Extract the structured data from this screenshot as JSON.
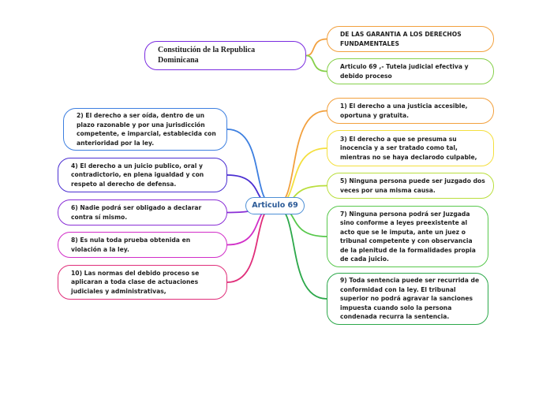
{
  "title": "Constitución de la Republica Dominicana",
  "center": "Articulo 69",
  "right_nodes": [
    {
      "text": "DE LAS GARANTIA  A LOS DERECHOS FUNDAMENTALES",
      "color": "#f2a03d"
    },
    {
      "text": "Articulo 69 ,- Tutela judicial efectiva y debido proceso",
      "color": "#86d04a"
    },
    {
      "text": "1) El derecho a una justicia accesible, oportuna y gratuita.",
      "color": "#f2a03d"
    },
    {
      "text": "3) El derecho a que se presuma su inocencia y a ser tratado como tal, mientras no se haya declarodo culpable,",
      "color": "#f4df3e"
    },
    {
      "text": "5) Ninguna persona puede ser juzgado dos veces por una misma causa.",
      "color": "#b9de3c"
    },
    {
      "text": "7) Ninguna persona podrá ser Juzgada sino conforme a leyes preexistente al acto que se le imputa, ante un juez o tribunal competente y con observancia de la plenitud de la formalidades propia de cada juicio.",
      "color": "#58c84c"
    },
    {
      "text": "9) Toda sentencia puede ser recurrida de conformidad con la ley. El tribunal superior no podrá agravar  la sanciones impuesta cuando solo la persona condenada recurra la sentencia.",
      "color": "#2ca84a"
    }
  ],
  "left_nodes": [
    {
      "text": "2) El derecho a ser oída, dentro de un plazo razonable y por una jurisdicción competente, e imparcial, establecida con anterioridad por la ley.",
      "color": "#3d7fe0"
    },
    {
      "text": "4) El derecho a un juicio publico, oral y contradictorio, en plena igualdad y con respeto al derecho de defensa.",
      "color": "#4a2ed1"
    },
    {
      "text": "6) Nadie podrá ser obligado a declarar contra sí mismo.",
      "color": "#8a2ed6"
    },
    {
      "text": "8) Es nula toda prueba obtenida en violación a la ley.",
      "color": "#d12ec8"
    },
    {
      "text": "10) Las normas del debido proceso se aplicaran a toda clase de actuaciones judiciales y administrativas,",
      "color": "#e02e7a"
    }
  ]
}
